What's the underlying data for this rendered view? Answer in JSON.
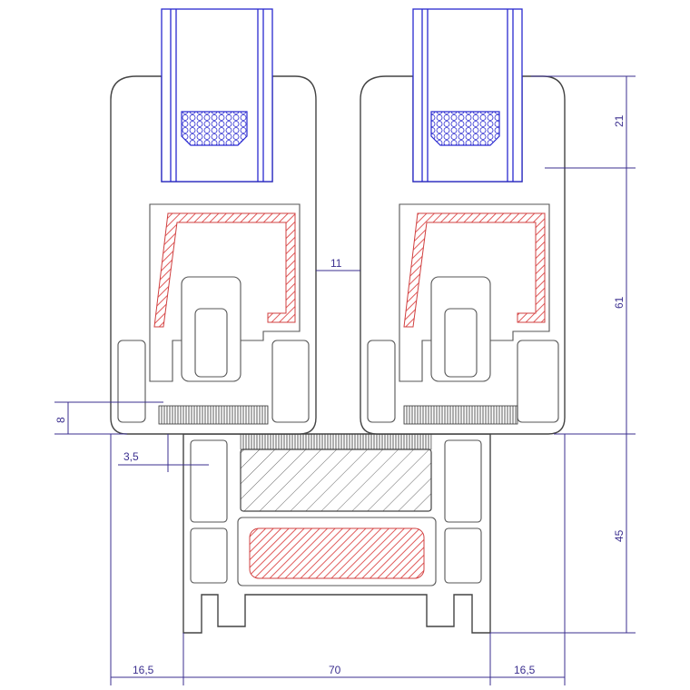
{
  "drawing": {
    "title": "Sliding window profile cross-section",
    "dimensions": {
      "top_height": "21",
      "middle_height": "61",
      "bottom_height": "45",
      "sash_gap": "11",
      "brush_seal": "8",
      "overlap": "3,5",
      "left_offset": "16,5",
      "frame_width": "70",
      "right_offset": "16,5"
    },
    "colors": {
      "dimension": "#3b2f8f",
      "glass": "#2a2ad0",
      "steel_reinforcement": "#d04040",
      "profile": "#444444"
    }
  }
}
